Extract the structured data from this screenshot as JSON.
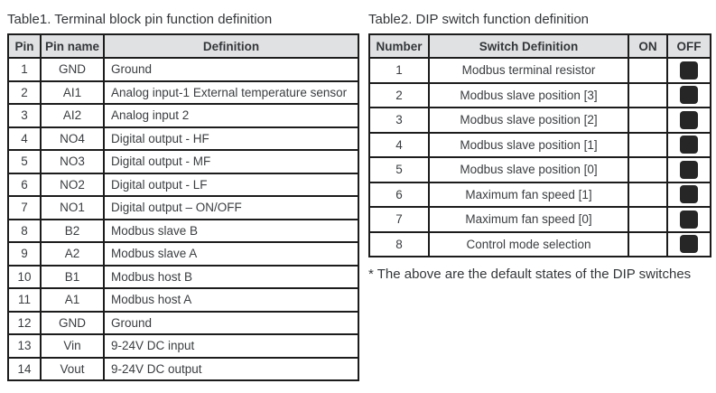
{
  "table1": {
    "title": "Table1. Terminal block pin function definition",
    "columns": [
      "Pin",
      "Pin name",
      "Definition"
    ],
    "rows": [
      [
        "1",
        "GND",
        "Ground"
      ],
      [
        "2",
        "AI1",
        "Analog input-1 External temperature sensor"
      ],
      [
        "3",
        "AI2",
        "Analog input 2"
      ],
      [
        "4",
        "NO4",
        "Digital output  - HF"
      ],
      [
        "5",
        "NO3",
        "Digital output - MF"
      ],
      [
        "6",
        "NO2",
        "Digital output - LF"
      ],
      [
        "7",
        "NO1",
        "Digital output – ON/OFF"
      ],
      [
        "8",
        "B2",
        "Modbus slave B"
      ],
      [
        "9",
        "A2",
        "Modbus slave A"
      ],
      [
        "10",
        "B1",
        "Modbus host B"
      ],
      [
        "11",
        "A1",
        "Modbus host A"
      ],
      [
        "12",
        "GND",
        "Ground"
      ],
      [
        "13",
        "Vin",
        "9-24V DC input"
      ],
      [
        "14",
        "Vout",
        "9-24V DC output"
      ]
    ]
  },
  "table2": {
    "title": "Table2. DIP switch function definition",
    "columns": [
      "Number",
      "Switch Definition",
      "ON",
      "OFF"
    ],
    "rows": [
      {
        "number": "1",
        "definition": "Modbus terminal resistor",
        "on": false,
        "off": true
      },
      {
        "number": "2",
        "definition": "Modbus slave position [3]",
        "on": false,
        "off": true
      },
      {
        "number": "3",
        "definition": "Modbus slave position [2]",
        "on": false,
        "off": true
      },
      {
        "number": "4",
        "definition": "Modbus slave position [1]",
        "on": false,
        "off": true
      },
      {
        "number": "5",
        "definition": "Modbus slave position [0]",
        "on": false,
        "off": true
      },
      {
        "number": "6",
        "definition": "Maximum fan speed [1]",
        "on": false,
        "off": true
      },
      {
        "number": "7",
        "definition": "Maximum fan speed [0]",
        "on": false,
        "off": true
      },
      {
        "number": "8",
        "definition": "Control mode selection",
        "on": false,
        "off": true
      }
    ],
    "footnote": "* The above are the default states of the DIP switches"
  },
  "icons": {
    "dip_switch_indicator": "filled-rounded-square"
  },
  "colors": {
    "header_bg": "#e0e1e3",
    "border": "#1c1c1c",
    "text": "#3a3d40",
    "switch_fill": "#262626"
  }
}
